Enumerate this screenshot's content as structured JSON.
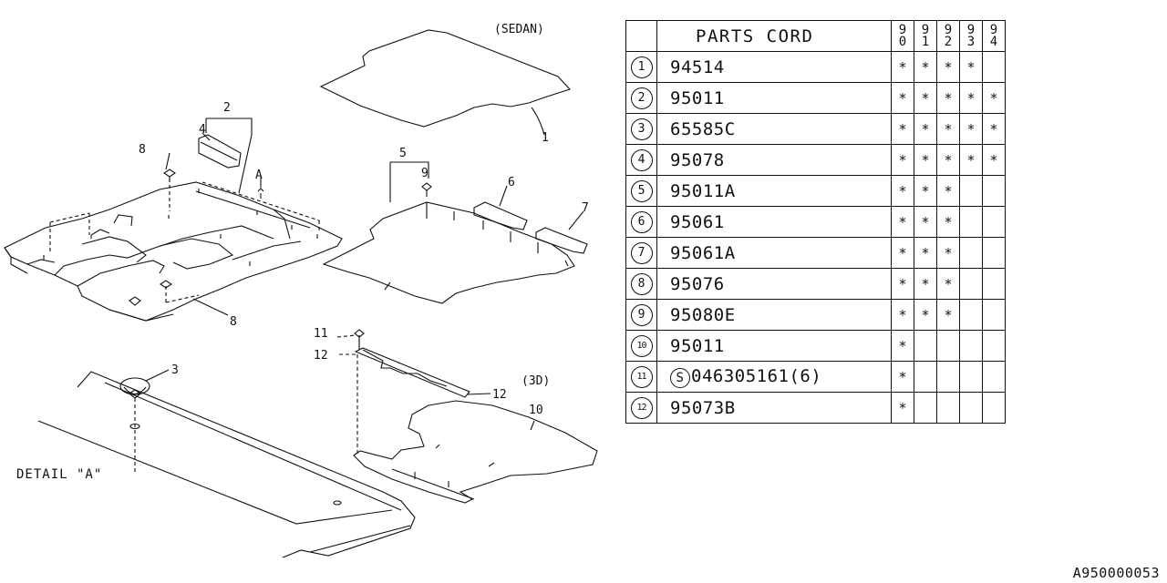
{
  "diagram": {
    "labels": {
      "sedan": "(SEDAN)",
      "three_d": "(3D)",
      "detail": "DETAIL \"A\"",
      "a": "A",
      "callouts": [
        "1",
        "2",
        "3",
        "4",
        "5",
        "6",
        "7",
        "8",
        "8",
        "9",
        "10",
        "11",
        "12",
        "12"
      ]
    }
  },
  "table": {
    "header": {
      "title": "PARTS CORD",
      "years": [
        "90",
        "91",
        "92",
        "93",
        "94"
      ]
    },
    "rows": [
      {
        "no": "1",
        "code": "94514",
        "std_mark": "",
        "marks": [
          "*",
          "*",
          "*",
          "*",
          ""
        ]
      },
      {
        "no": "2",
        "code": "95011",
        "std_mark": "",
        "marks": [
          "*",
          "*",
          "*",
          "*",
          "*"
        ]
      },
      {
        "no": "3",
        "code": "65585C",
        "std_mark": "",
        "marks": [
          "*",
          "*",
          "*",
          "*",
          "*"
        ]
      },
      {
        "no": "4",
        "code": "95078",
        "std_mark": "",
        "marks": [
          "*",
          "*",
          "*",
          "*",
          "*"
        ]
      },
      {
        "no": "5",
        "code": "95011A",
        "std_mark": "",
        "marks": [
          "*",
          "*",
          "*",
          "",
          ""
        ]
      },
      {
        "no": "6",
        "code": "95061",
        "std_mark": "",
        "marks": [
          "*",
          "*",
          "*",
          "",
          ""
        ]
      },
      {
        "no": "7",
        "code": "95061A",
        "std_mark": "",
        "marks": [
          "*",
          "*",
          "*",
          "",
          ""
        ]
      },
      {
        "no": "8",
        "code": "95076",
        "std_mark": "",
        "marks": [
          "*",
          "*",
          "*",
          "",
          ""
        ]
      },
      {
        "no": "9",
        "code": "95080E",
        "std_mark": "",
        "marks": [
          "*",
          "*",
          "*",
          "",
          ""
        ]
      },
      {
        "no": "10",
        "code": "95011",
        "std_mark": "",
        "marks": [
          "*",
          "",
          "",
          "",
          ""
        ]
      },
      {
        "no": "11",
        "code": "046305161(6)",
        "std_mark": "S",
        "marks": [
          "*",
          "",
          "",
          "",
          ""
        ]
      },
      {
        "no": "12",
        "code": "95073B",
        "std_mark": "",
        "marks": [
          "*",
          "",
          "",
          "",
          ""
        ]
      }
    ]
  },
  "figure_code": "A950000053"
}
